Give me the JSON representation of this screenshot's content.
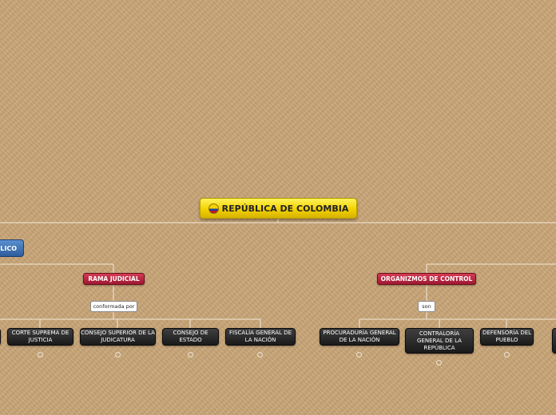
{
  "root": {
    "title": "REPÚBLICA DE COLOMBIA"
  },
  "left_partial": {
    "label": "LICO"
  },
  "rama_judicial": {
    "label": "RAMA JUDICIAL",
    "connector": "conformada por",
    "children": [
      "CORTE SUPREMA DE JUSTICIA",
      "CONSEJO SUPERIOR DE LA JUDICATURA",
      "CONSEJO DE ESTADO",
      "FISCALÍA GENERAL DE LA NACIÓN"
    ]
  },
  "organismos_control": {
    "label": "ORGANIZMOS DE CONTROL",
    "connector": "son",
    "children": [
      "PROCURADURÍA GENERAL DE LA NACIÓN",
      "CONTRALORÍA GENERAL DE LA REPÚBLICA",
      "DEFENSORÍA DEL PUEBLO"
    ]
  }
}
